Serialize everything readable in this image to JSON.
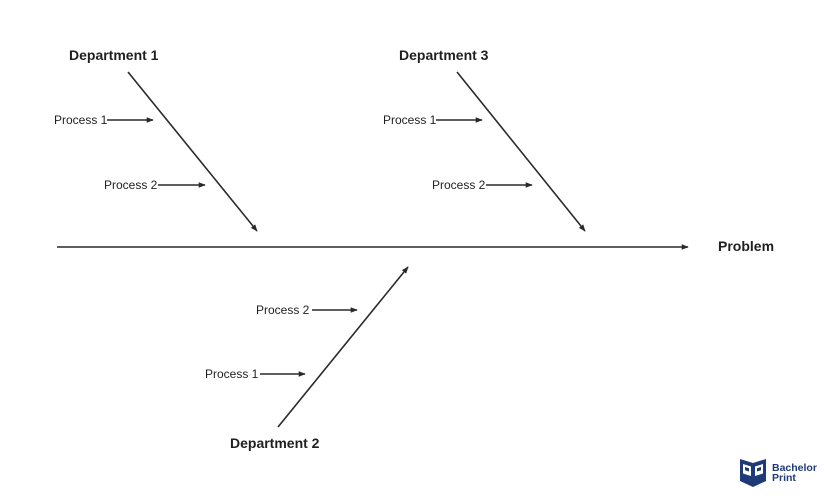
{
  "departments": {
    "d1": "Department 1",
    "d2": "Department 2",
    "d3": "Department 3"
  },
  "processes": {
    "d1_p1": "Process 1",
    "d1_p2": "Process 2",
    "d2_p2": "Process 2",
    "d2_p1": "Process 1",
    "d3_p1": "Process 1",
    "d3_p2": "Process 2"
  },
  "problem": "Problem",
  "logo": {
    "line1": "Bachelor",
    "line2": "Print"
  },
  "colors": {
    "lines": "#2a2a2a",
    "text": "#1f1f1f",
    "logo": "#1f3a78"
  }
}
